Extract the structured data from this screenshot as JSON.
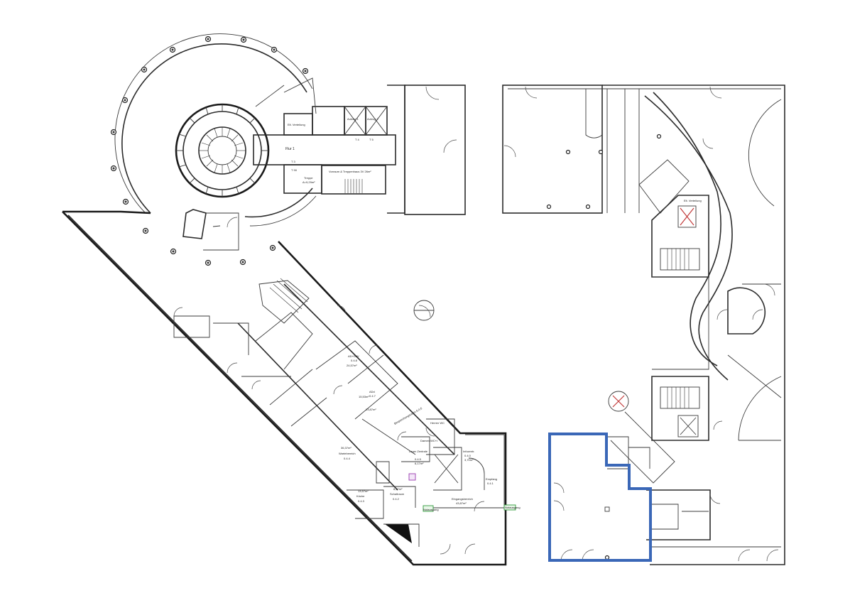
{
  "plan": {
    "labels": {
      "elt_verteilung": "Elt. Verteilung",
      "aufzug1": "Aufzug 1",
      "aufzug2": "Aufzug 2",
      "flur1": "Flur 1",
      "treppe": "Treppe",
      "treppe_area": "A=9,29m²",
      "vorraum": "Vorraum & Treppenhaus 3V 26m²",
      "t4": "T 4",
      "t5": "T 5",
      "t3": "T 3",
      "t90": "T 90",
      "adv": "AD+D2V",
      "adv_code": "0.4.8",
      "adv_area": "24,57m²",
      "adv2": "ADd",
      "adv2_code": "0.4.7",
      "adv2_area": "15,53m²",
      "area_2387": "23,87m²",
      "besprechung": "Besprechungsraum 0.4.6",
      "warte_area": "36,37m²",
      "wartebereich": "Wartebereich",
      "warte_code": "0.4.4",
      "herren": "Herren WC",
      "damen": "Damen WC+I",
      "lager": "Lager Zentrale",
      "lager_code": "0.4.5",
      "lager_area": "6,17m²",
      "kueche_area": "13,57m²",
      "kueche": "Küche",
      "kueche_code": "0.4.3",
      "schalt_area": "8,57m²",
      "schaltraum": "Schaltraum",
      "schalt_code": "0.4.2",
      "eingang": "Eingangsbereich",
      "eingang_area": "43,87m²",
      "empfang": "Empfang",
      "empfang_code": "0.4.1",
      "zentrale": "Infozentr.",
      "zentrale_code": "0.4.0",
      "zentrale_area": "3,70m²",
      "elt_verteilung2": "Elt. Verteilung",
      "notausgang": "Notausgang",
      "notausgang2": "Notausgang"
    },
    "highlight_color": "#3a67b7"
  }
}
